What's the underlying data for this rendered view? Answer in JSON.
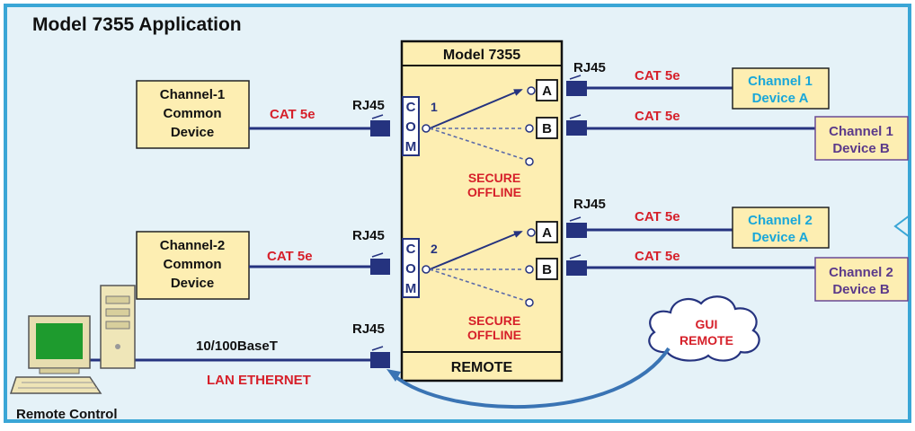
{
  "title": "Model 7355 Application",
  "switch": {
    "title": "Model 7355",
    "remote_label": "REMOTE",
    "com_letters": [
      "C",
      "O",
      "M"
    ],
    "channel_numbers": [
      "1",
      "2"
    ],
    "port_a": "A",
    "port_b": "B",
    "secure_offline": [
      "SECURE",
      "OFFLINE"
    ]
  },
  "common_devices": [
    {
      "lines": [
        "Channel-1",
        "Common",
        "Device"
      ]
    },
    {
      "lines": [
        "Channel-2",
        "Common",
        "Device"
      ]
    }
  ],
  "channel_devices": [
    {
      "lines": [
        "Channel 1",
        "Device A"
      ]
    },
    {
      "lines": [
        "Channel 1",
        "Device B"
      ]
    },
    {
      "lines": [
        "Channel 2",
        "Device A"
      ]
    },
    {
      "lines": [
        "Channel 2",
        "Device B"
      ]
    }
  ],
  "labels": {
    "rj45": "RJ45",
    "cat5e": "CAT 5e",
    "baset": "10/100BaseT",
    "lan": "LAN ETHERNET",
    "remote_control": "Remote Control"
  },
  "gui_remote": [
    "GUI",
    "REMOTE"
  ],
  "colors": {
    "frame": "#3aa6d6",
    "background": "#e5f2f8",
    "box_fill": "#fdeeb2",
    "line": "#25337f",
    "red_text": "#d6202a",
    "cyan_text": "#19a7d9",
    "purple_text": "#5b3a8a",
    "purple_border": "#6a4a94"
  }
}
